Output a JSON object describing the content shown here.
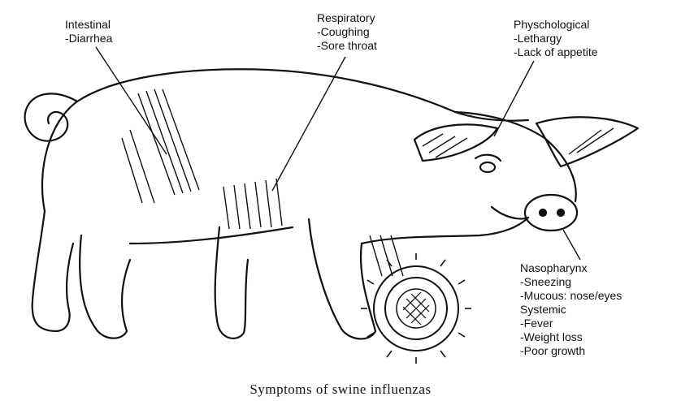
{
  "caption": "Symptoms of swine influenzas",
  "groups": {
    "intestinal": {
      "title": "Intestinal",
      "items": [
        "-Diarrhea"
      ]
    },
    "respiratory": {
      "title": "Respiratory",
      "items": [
        "-Coughing",
        "-Sore throat"
      ]
    },
    "psychological": {
      "title": "Physchological",
      "items": [
        "-Lethargy",
        "-Lack of appetite"
      ]
    },
    "nasopharynx": {
      "title": "Nasopharynx",
      "items": [
        "-Sneezing",
        "-Mucous: nose/eyes"
      ]
    },
    "systemic": {
      "title": "Systemic",
      "items": [
        "-Fever",
        "-Weight loss",
        "-Poor growth"
      ]
    }
  }
}
